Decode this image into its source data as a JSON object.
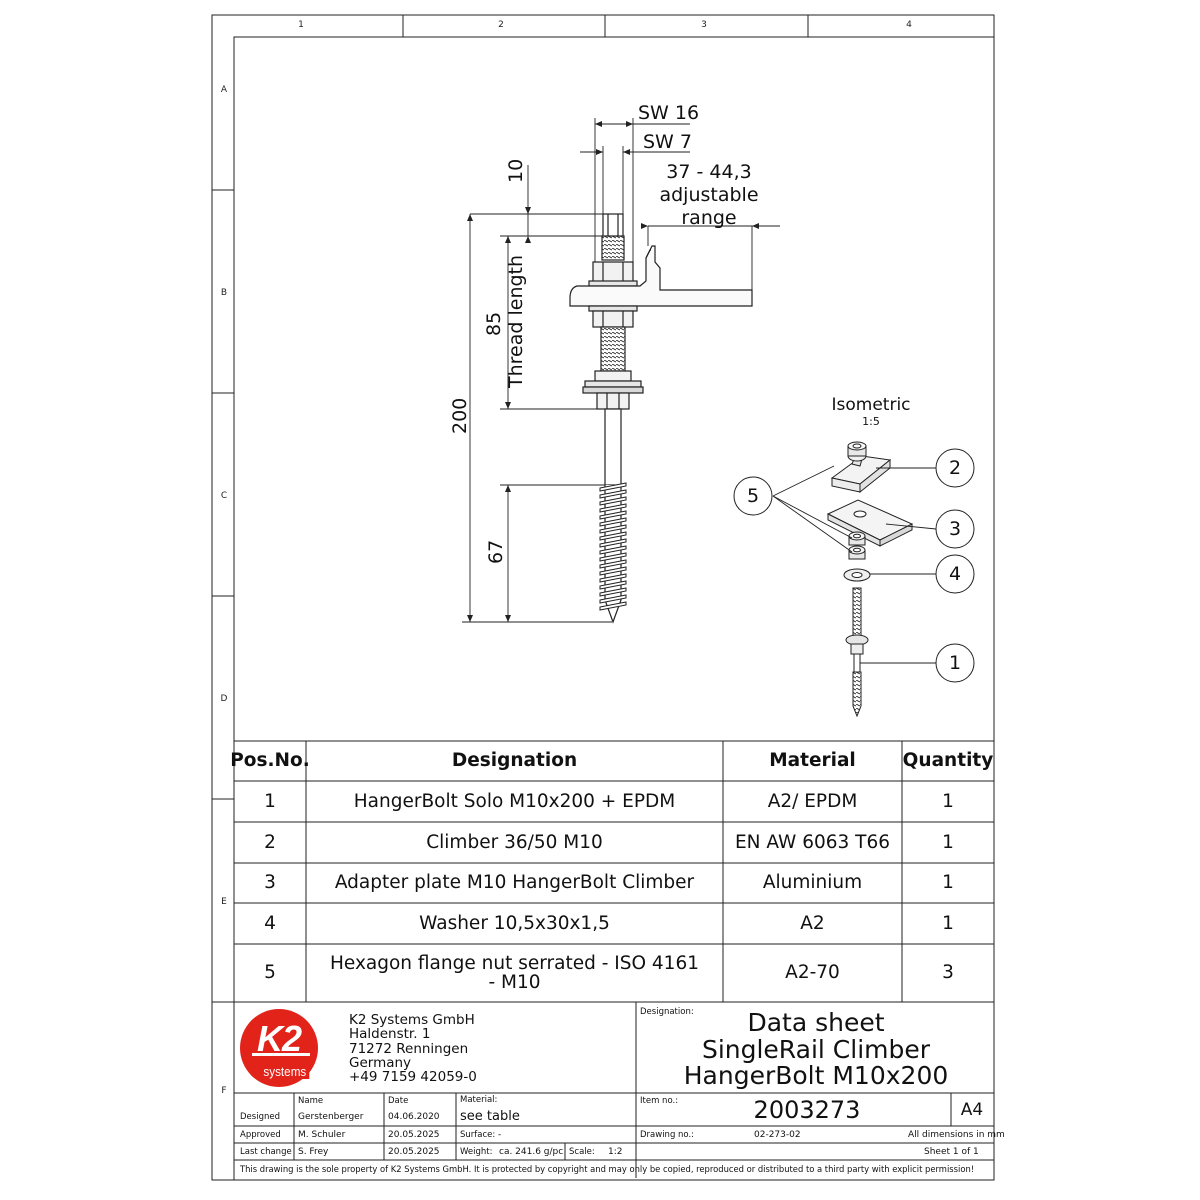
{
  "frame": {
    "columns": [
      "1",
      "2",
      "3",
      "4"
    ],
    "rows": [
      "A",
      "B",
      "C",
      "D",
      "E",
      "F"
    ]
  },
  "drawing": {
    "dimensions": {
      "sw16": "SW 16",
      "sw7": "SW 7",
      "top": "10",
      "range_value": "37 - 44,3",
      "range_line1": "adjustable",
      "range_line2": "range",
      "thread_value": "85",
      "thread_label": "Thread length",
      "total": "200",
      "screw": "67"
    },
    "isometric": {
      "title": "Isometric",
      "scale": "1:5",
      "callouts": [
        "1",
        "2",
        "3",
        "4",
        "5"
      ]
    }
  },
  "parts_table": {
    "headers": [
      "Pos.No.",
      "Designation",
      "Material",
      "Quantity"
    ],
    "rows": [
      {
        "pos": "1",
        "designation": "HangerBolt Solo M10x200 + EPDM",
        "material": "A2/ EPDM",
        "qty": "1"
      },
      {
        "pos": "2",
        "designation": "Climber 36/50 M10",
        "material": "EN AW 6063 T66",
        "qty": "1"
      },
      {
        "pos": "3",
        "designation": "Adapter plate M10 HangerBolt Climber",
        "material": "Aluminium",
        "qty": "1"
      },
      {
        "pos": "4",
        "designation": "Washer 10,5x30x1,5",
        "material": "A2",
        "qty": "1"
      },
      {
        "pos": "5",
        "designation": "Hexagon flange nut serrated - ISO 4161 - M10",
        "material": "A2-70",
        "qty": "3"
      }
    ]
  },
  "title_block": {
    "logo": {
      "main": "K2",
      "sub": "systems"
    },
    "colors": {
      "logo_red": "#e2231a"
    },
    "company": [
      "K2 Systems GmbH",
      "Haldenstr. 1",
      "71272 Renningen",
      "Germany",
      "+49 7159 42059-0"
    ],
    "designation_label": "Designation:",
    "designation": [
      "Data sheet",
      "SingleRail Climber",
      "HangerBolt M10x200"
    ],
    "item_label": "Item no.:",
    "item_no": "2003273",
    "format": "A4",
    "name_label": "Name",
    "date_label": "Date",
    "material_label": "Material:",
    "material_value": "see table",
    "designed_label": "Designed",
    "designed_name": "Gerstenberger",
    "designed_date": "04.06.2020",
    "approved_label": "Approved",
    "approved_name": "M. Schuler",
    "approved_date": "20.05.2025",
    "lastchange_label": "Last change",
    "lastchange_name": "S. Frey",
    "lastchange_date": "20.05.2025",
    "surface_label": "Surface:",
    "surface_value": "-",
    "weight_label": "Weight:",
    "weight_value": "ca. 241.6 g/pc",
    "scale_label": "Scale:",
    "scale_value": "1:2",
    "drawing_no_label": "Drawing no.:",
    "drawing_no": "02-273-02",
    "dims_note": "All dimensions in mm",
    "sheet": "Sheet 1 of 1",
    "footer": "This drawing is the sole property of K2 Systems GmbH.  It is protected by copyright and may only be copied, reproduced or distributed to a third party with explicit permission!"
  }
}
